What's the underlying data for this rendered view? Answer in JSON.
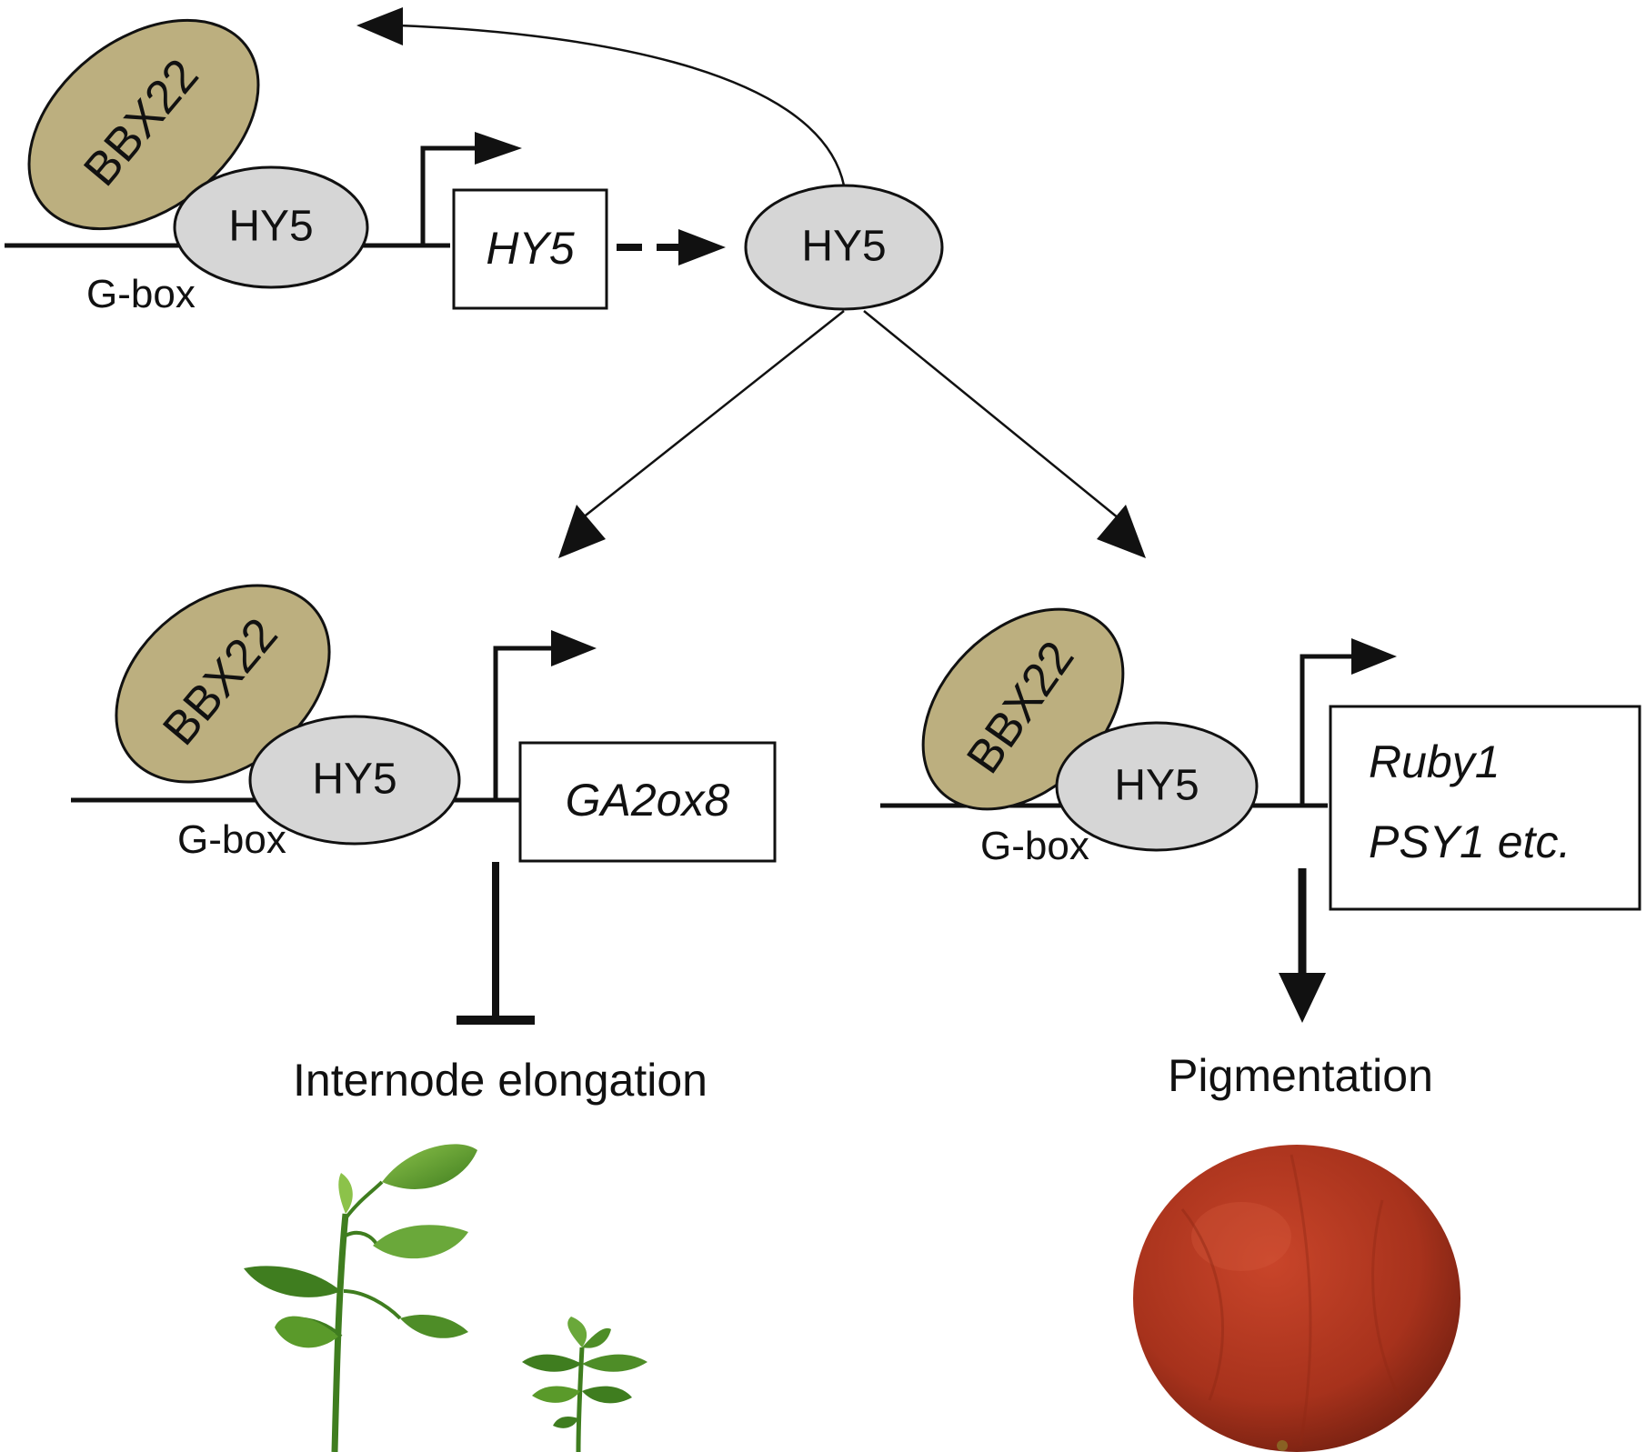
{
  "colors": {
    "bbx22_fill": "#bcaf7f",
    "hy5_fill": "#d6d6d6",
    "outline": "#111111",
    "fruit": "#b83a22",
    "leaf": "#5a9a2a"
  },
  "top": {
    "bbx22_label": "BBX22",
    "hy5_bound_label": "HY5",
    "gbox_label": "G-box",
    "gene_label": "HY5",
    "hy5_protein_label": "HY5"
  },
  "left": {
    "bbx22_label": "BBX22",
    "hy5_label": "HY5",
    "gbox_label": "G-box",
    "gene_label": "GA2ox8",
    "outcome_label": "Internode elongation",
    "image_icons": [
      "tall-seedling-icon",
      "short-seedling-icon"
    ]
  },
  "right": {
    "bbx22_label": "BBX22",
    "hy5_label": "HY5",
    "gbox_label": "G-box",
    "gene_line1": "Ruby1",
    "gene_line2": "PSY1 etc.",
    "outcome_label": "Pigmentation",
    "image_icon": "blood-orange-fruit-icon"
  }
}
